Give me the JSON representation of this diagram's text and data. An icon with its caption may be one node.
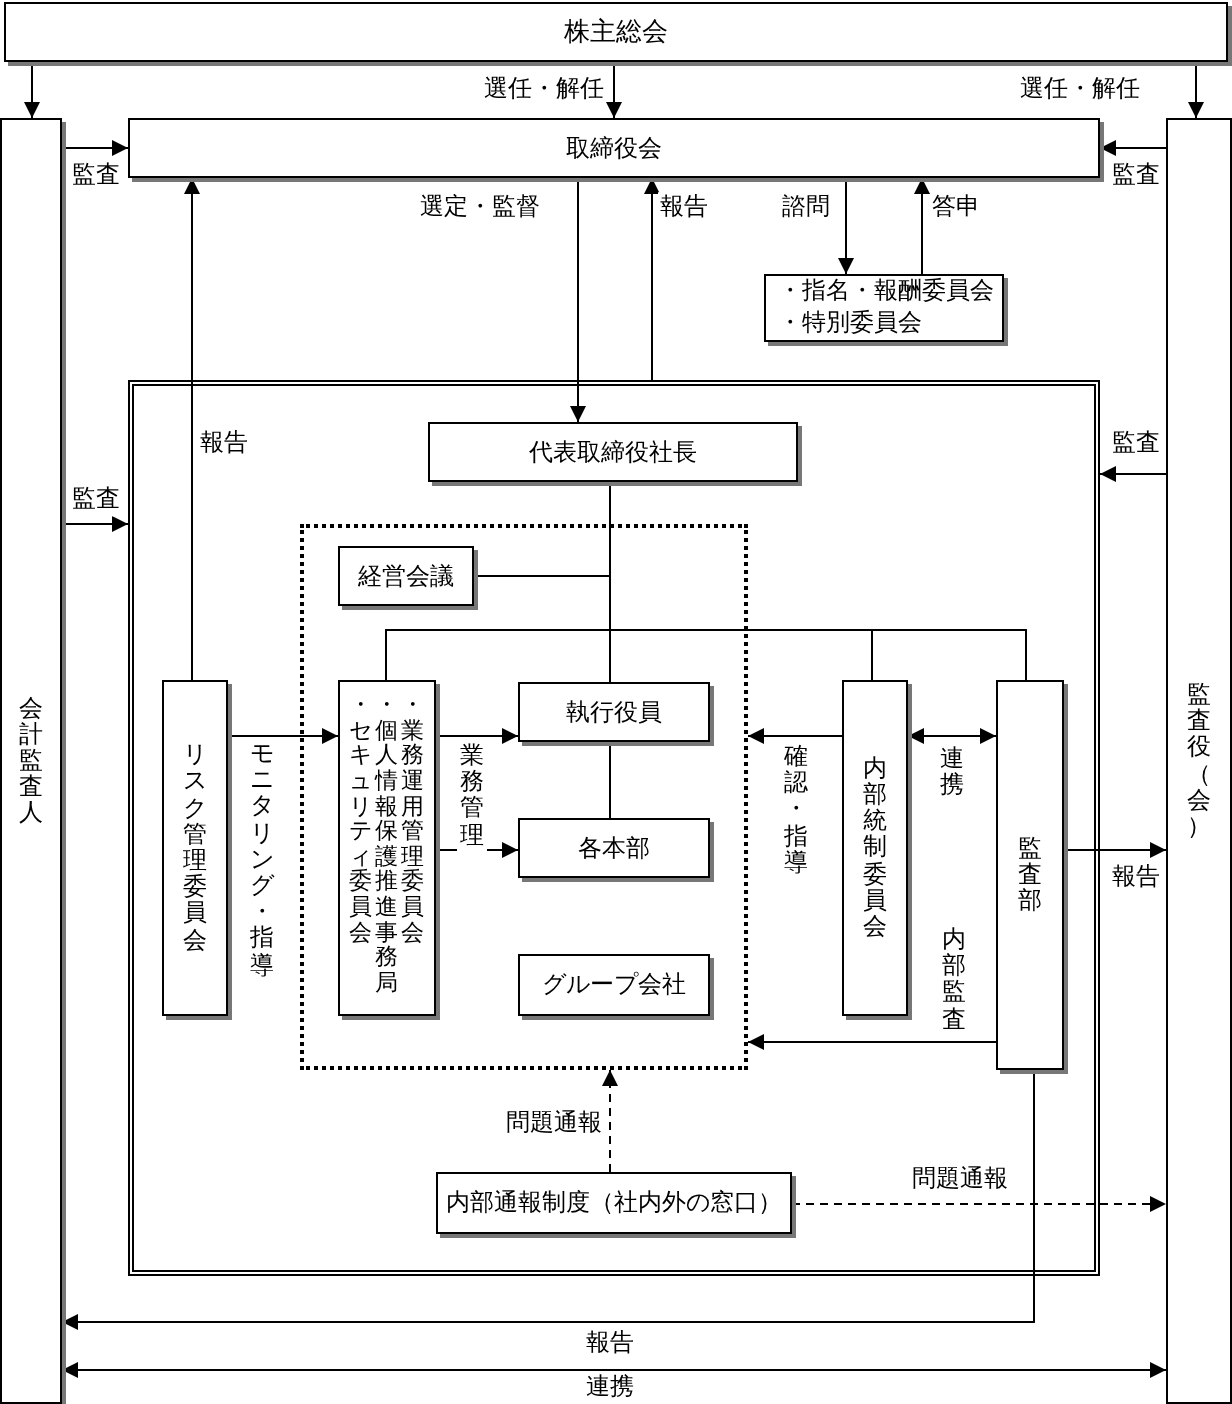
{
  "diagram": {
    "nodes": [
      {
        "text": [
          "株主総会"
        ]
      },
      {
        "text": [
          "会計監査人"
        ]
      },
      {
        "text": [
          "取締役会"
        ]
      },
      {
        "text": [
          "監査役（会）"
        ]
      },
      {
        "text": [
          "・指名・報酬委員会",
          "・特別委員会"
        ]
      },
      {
        "text": [],
        "shape": "box"
      },
      {
        "text": [
          "代表取締役社長"
        ],
        "in": 5
      },
      {
        "text": [],
        "shape": "box",
        "in": 5
      },
      {
        "text": [
          "経営会議"
        ],
        "in": 7
      },
      {
        "text": [
          "リスク管理委員会"
        ],
        "in": 5
      },
      {
        "text": [
          "・セキュリティ委員会",
          "・個人情報保護推進事務局",
          "・業務運用管理委員会"
        ],
        "in": 7
      },
      {
        "text": [
          "執行役員"
        ],
        "in": 7
      },
      {
        "text": [
          "各本部"
        ],
        "in": 7
      },
      {
        "text": [
          "グループ会社"
        ],
        "in": 7
      },
      {
        "text": [
          "内部統制委員会"
        ],
        "in": 5
      },
      {
        "text": [
          "監査部"
        ],
        "in": 5
      },
      {
        "text": [
          "内部通報制度（社内外の窓口）"
        ],
        "in": 5
      }
    ],
    "edges": [
      {
        "from": 0,
        "to": 1,
        "arrow": "to"
      },
      {
        "from": 0,
        "to": 2,
        "arrow": "to",
        "label": "選任・解任"
      },
      {
        "from": 0,
        "to": 3,
        "arrow": "to",
        "label": "選任・解任"
      },
      {
        "from": 1,
        "to": 2,
        "arrow": "to",
        "label": "監査"
      },
      {
        "from": 3,
        "to": 2,
        "arrow": "to",
        "label": "監査"
      },
      {
        "from": 2,
        "to": 6,
        "arrow": "to",
        "label": "選定・監督"
      },
      {
        "from": 5,
        "to": 2,
        "arrow": "to",
        "label": "報告"
      },
      {
        "from": 2,
        "to": 4,
        "arrow": "to",
        "label": "諮問"
      },
      {
        "from": 4,
        "to": 2,
        "arrow": "to",
        "label": "答申"
      },
      {
        "from": 9,
        "to": 2,
        "arrow": "to",
        "label": "報告"
      },
      {
        "from": 1,
        "to": 5,
        "arrow": "to",
        "label": "監査"
      },
      {
        "from": 3,
        "to": 5,
        "arrow": "to",
        "label": "監査"
      },
      {
        "from": 6,
        "to": 8,
        "arrow": "none"
      },
      {
        "from": 6,
        "to": 10,
        "arrow": "none"
      },
      {
        "from": 6,
        "to": 11,
        "arrow": "none"
      },
      {
        "from": 11,
        "to": 12,
        "arrow": "none"
      },
      {
        "from": 6,
        "to": 14,
        "arrow": "none"
      },
      {
        "from": 6,
        "to": 15,
        "arrow": "none"
      },
      {
        "from": 9,
        "to": 10,
        "arrow": "to",
        "label": "モニタリング・指導"
      },
      {
        "from": 10,
        "to": 11,
        "arrow": "to",
        "label": "業務管理"
      },
      {
        "from": 10,
        "to": 12,
        "arrow": "to"
      },
      {
        "from": 14,
        "to": 7,
        "arrow": "to",
        "label": "確認・指導"
      },
      {
        "from": 14,
        "to": 15,
        "arrow": "both",
        "label": "連携"
      },
      {
        "from": 15,
        "to": 3,
        "arrow": "to",
        "label": "報告"
      },
      {
        "from": 15,
        "to": 7,
        "arrow": "to",
        "label": "内部監査"
      },
      {
        "from": 16,
        "to": 7,
        "arrow": "to",
        "style": "dashed",
        "label": "問題通報"
      },
      {
        "from": 16,
        "to": 3,
        "arrow": "to",
        "style": "dashed",
        "label": "問題通報"
      },
      {
        "from": 15,
        "to": 1,
        "arrow": "to",
        "label": "報告"
      },
      {
        "from": 1,
        "to": 3,
        "arrow": "both",
        "label": "連携"
      }
    ]
  }
}
